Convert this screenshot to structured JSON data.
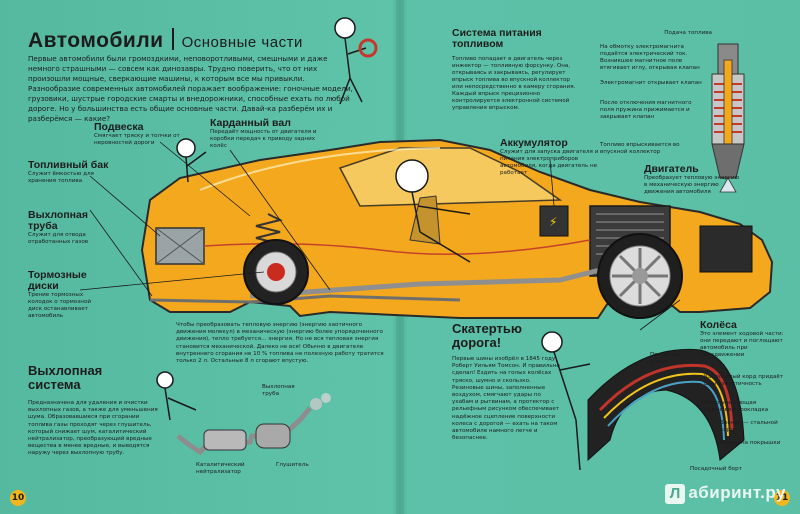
{
  "header": {
    "title": "Автомобили",
    "subtitle": "Основные части",
    "intro": "Первые автомобили были громоздкими, неповоротливыми, смешными и даже немного страшными — совсем как динозавры. Трудно поверить, что от них произошли мощные, сверкающие машины, к которым все мы привыкли. Разнообразие современных автомобилей поражает воображение: гоночные модели, грузовики, шустрые городские смарты и внедорожники, способные ехать по любой дороге. Но у большинства есть общие основные части. Давай-ка разберём их и разберёмся — какие?"
  },
  "parts": {
    "suspension": {
      "title": "Подвеска",
      "text": "Смягчает тряску и толчки от неровностей дороги"
    },
    "driveshaft": {
      "title": "Карданный вал",
      "text": "Передаёт мощность от двигателя и коробки передач к приводу задних колёс"
    },
    "fuel_tank": {
      "title": "Топливный бак",
      "text": "Служит ёмкостью для хранения топлива"
    },
    "exhaust_pipe": {
      "title": "Выхлопная труба",
      "text": "Служит для отвода отработанных газов"
    },
    "brake_discs": {
      "title": "Тормозные диски",
      "text": "Трение тормозных колодок о тормозной диск останавливает автомобиль"
    },
    "fuel_system": {
      "title": "Система питания топливом",
      "text": "Топливо попадает в двигатель через инжектор — топливную форсунку. Она, открываясь и закрываясь, регулирует впрыск топлива во впускной коллектор или непосредственно в камеру сгорания. Каждый впрыск прецизионно контролируется электронной системой управления впрыском."
    },
    "battery": {
      "title": "Аккумулятор",
      "text": "Служит для запуска двигателя и питания электроприборов автомобиля, когда двигатель не работает"
    },
    "engine": {
      "title": "Двигатель",
      "text": "Преобразует тепловую энергию в механическую энергию движения автомобиля"
    },
    "wheels": {
      "title": "Колёса",
      "text": "Это элемент ходовой части: они передают и поглощают автомобиль при передвижении"
    }
  },
  "injector": {
    "fuel_supply": "Подача топлива",
    "coil_text": "На обмотку электромагнита подаётся электрический ток. Возникшее магнитное поле втягивает иглу, открывая клапан",
    "magnet_text": "Электромагнит открывает клапан",
    "spring_text": "После отключения магнитного поля пружина прижимается и закрывает клапан",
    "output_text": "Топливо впрыскивается во впускной коллектор"
  },
  "energy_note": "Чтобы преобразовать тепловую энергию (энергию хаотичного движения молекул) в механическую (энергию более упорядоченного движения), тепло требуется… энергия. Но не вся тепловая энергия становится механической. Далеко не вся! Обычно в двигателе внутреннего сгорания не 10 % топлива не полезную работу тратится только 2 л. Остальные 8 л сгорают впустую.",
  "exhaust_system": {
    "title": "Выхлопная система",
    "text": "Предназначена для удаления и очистки выхлопных газов, а также для уменьшения шума. Образовавшиеся при сгорании топлива газы проходят через глушитель, который снижает шум, каталитический нейтрализатор, преобразующий вредные вещества в менее вредные, и выводятся наружу через выхлопную трубу.",
    "label_pipe": "Выхлопная труба",
    "label_catalyst": "Каталитический нейтрализатор",
    "label_muffler": "Глушитель"
  },
  "tires": {
    "title": "Скатертью дорога!",
    "text": "Первые шины изобрёл в 1845 году Роберт Уильям Томсон. И правильно сделал! Ездить на голых колёсах тряско, шумно и скользко. Резиновые шины, заполненные воздухом, смягчают удары по ухабам и рытвинам, а протектор с рельефным рисунком обеспечивает надёжное сцепление поверхности колеса с дорогой — ехать на таком автомобиле намного легче и безопаснее.",
    "label_tread": "Протектор шины",
    "label_cord": "Капроновый корд придаёт шине эластичность",
    "label_damping": "Амортизирующая резиновая прокладка",
    "label_belt": "Брекер — стальной корд",
    "label_sidewall": "Боковина покрышки",
    "label_bead": "Посадочный борт"
  },
  "page_numbers": {
    "left": "10",
    "right": "11"
  },
  "watermark": "абиринт.ру",
  "watermark_letter": "Л",
  "colors": {
    "background": "#5bbfa6",
    "car_body": "#f3a81d",
    "accent": "#e8402a"
  }
}
